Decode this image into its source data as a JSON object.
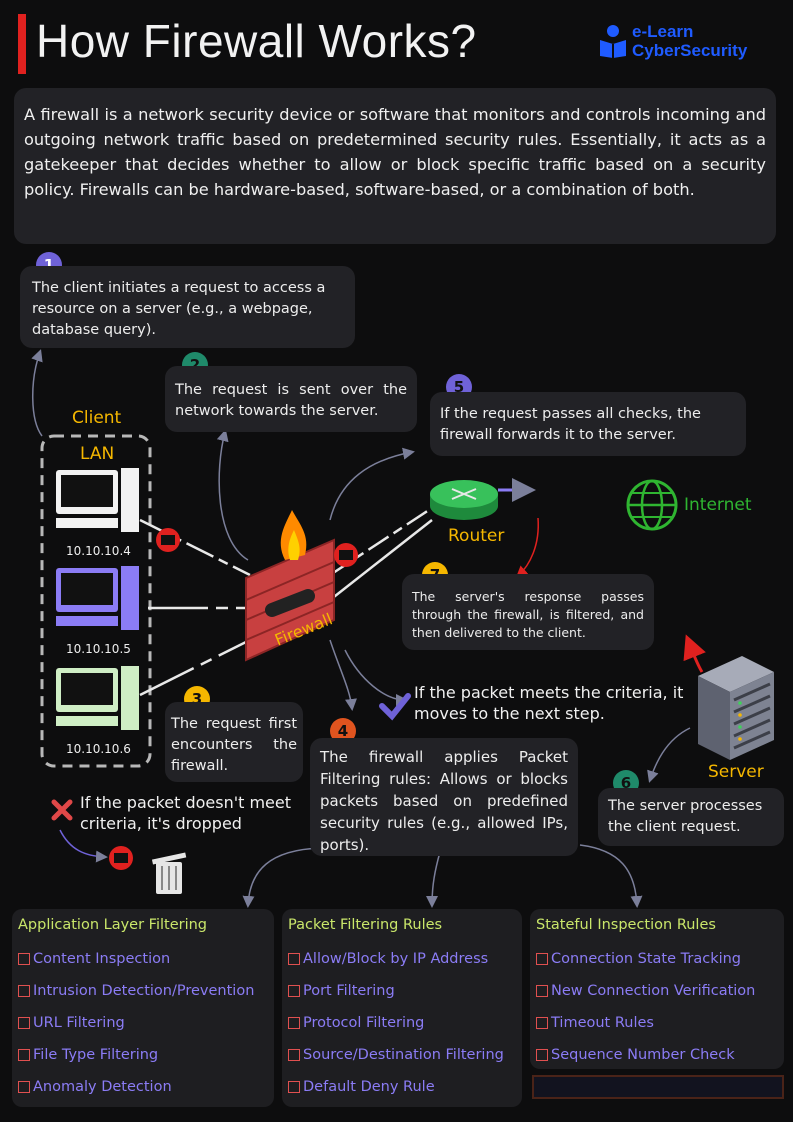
{
  "header": {
    "title": "How Firewall Works?",
    "brand_line1": "e-Learn",
    "brand_line2": "CyberSecurity"
  },
  "intro": "A firewall is a network security device or software that monitors and controls incoming and outgoing network traffic based on predetermined security rules. Essentially, it acts as a gatekeeper that decides whether to allow or block specific traffic based on a security policy. Firewalls can be hardware-based, software-based, or a combination of both.",
  "steps": [
    {
      "num": "1",
      "text": "The client initiates a request to access a resource on a server (e.g., a webpage, database query)."
    },
    {
      "num": "2",
      "text": "The request is sent over the network towards the server."
    },
    {
      "num": "3",
      "text": "The request first encounters the firewall."
    },
    {
      "num": "4",
      "text": "The firewall applies Packet Filtering rules: Allows or blocks packets based on predefined security rules (e.g., allowed IPs, ports)."
    },
    {
      "num": "5",
      "text": "If the request passes all checks, the firewall forwards it to the server."
    },
    {
      "num": "6",
      "text": "The server processes the client request."
    },
    {
      "num": "7",
      "text": "The server's response passes through the firewall, is filtered, and then delivered to the client."
    }
  ],
  "labels": {
    "client": "Client",
    "lan": "LAN",
    "router": "Router",
    "internet": "Internet",
    "firewall": "Firewall",
    "server": "Server",
    "meets": "If the packet meets the criteria, it moves to the next step.",
    "dropped": "If the packet doesn't meet criteria, it's dropped"
  },
  "ips": [
    "10.10.10.4",
    "10.10.10.5",
    "10.10.10.6"
  ],
  "rules": [
    {
      "title": "Application Layer Filtering",
      "items": [
        "Content Inspection",
        "Intrusion Detection/Prevention",
        "URL Filtering",
        "File Type Filtering",
        "Anomaly Detection"
      ]
    },
    {
      "title": "Packet Filtering Rules",
      "items": [
        "Allow/Block by IP Address",
        "Port Filtering",
        "Protocol Filtering",
        "Source/Destination Filtering",
        "Default Deny Rule"
      ]
    },
    {
      "title": "Stateful Inspection Rules",
      "items": [
        "Connection State Tracking",
        "New Connection Verification",
        "Timeout Rules",
        "Sequence Number Check"
      ]
    }
  ],
  "colors": {
    "accent_red": "#e0211f",
    "brand_blue": "#1f5bff",
    "label_yellow": "#f5b700",
    "rule_title": "#c9e66a",
    "rule_item": "#8b7cf5",
    "internet_green": "#2fb531"
  }
}
